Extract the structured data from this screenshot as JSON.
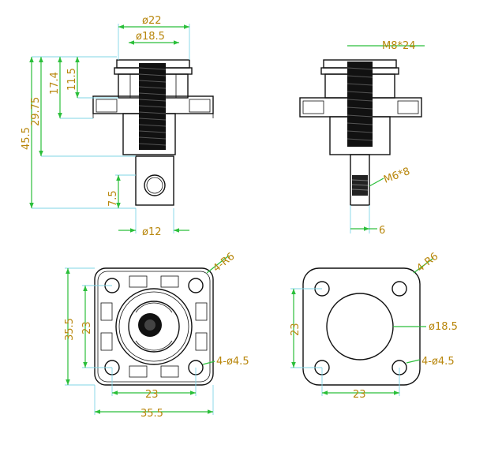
{
  "front_view": {
    "d_outer": "ø22",
    "d_inner": "ø18.5",
    "h_total": "45.5",
    "h_29": "29.75",
    "h_17": "17.4",
    "h_11": "11.5",
    "h_7": "7.5",
    "d_base": "ø12"
  },
  "side_view": {
    "thread_top": "M8*24",
    "thread_bottom": "M6*8",
    "width_bottom": "6"
  },
  "bottom_left": {
    "radius": "4-R6",
    "height_outer": "35.5",
    "height_inner": "23",
    "hole": "4-ø4.5",
    "width_inner": "23",
    "width_outer": "35.5"
  },
  "bottom_right": {
    "radius": "4-R6",
    "height": "23",
    "center_hole": "ø18.5",
    "hole": "4-ø4.5",
    "width": "23"
  },
  "colors": {
    "dimension_line": "#2bbf3a",
    "extension_line": "#7fd4e6",
    "dimension_text": "#b8860b"
  }
}
